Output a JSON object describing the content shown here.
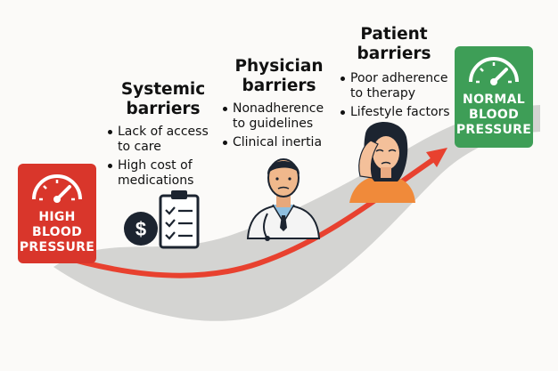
{
  "start": {
    "lines": [
      "HIGH",
      "BLOOD",
      "PRESSURE"
    ],
    "color": "#d9362b"
  },
  "goal": {
    "lines": [
      "NORMAL",
      "BLOOD",
      "PRESSURE"
    ],
    "color": "#3e9e57"
  },
  "arrow_color": "#e8412f",
  "band_color": "#d4d4d2",
  "systemic": {
    "heading": [
      "Systemic",
      "barriers"
    ],
    "items": [
      [
        "Lack of access",
        "to care"
      ],
      [
        "High cost of",
        "medications"
      ]
    ]
  },
  "physician": {
    "heading": [
      "Physician",
      "barriers"
    ],
    "items": [
      [
        "Nonadherence",
        "to guidelines"
      ],
      [
        "Clinical inertia"
      ]
    ]
  },
  "patient": {
    "heading": [
      "Patient",
      "barriers"
    ],
    "items": [
      [
        "Poor adherence",
        "to therapy"
      ],
      [
        "Lifestyle factors"
      ]
    ]
  },
  "icons": [
    "dollar-coin-icon",
    "checklist-clipboard-icon",
    "doctor-icon",
    "worried-patient-icon",
    "speedometer-icon"
  ]
}
